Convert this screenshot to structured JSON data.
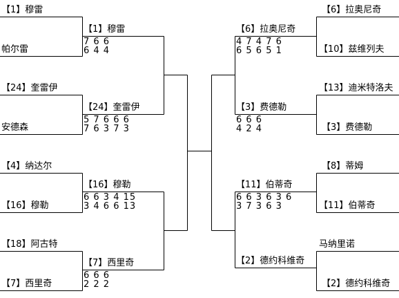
{
  "left": {
    "r1": [
      {
        "top": "【1】穆雷",
        "bottom": "帕尔雷"
      },
      {
        "top": "【24】奎雷伊",
        "bottom": "安德森"
      },
      {
        "top": "【4】纳达尔",
        "bottom": "【16】穆勒"
      },
      {
        "top": "【18】阿古特",
        "bottom": "【7】西里奇"
      }
    ],
    "r2": [
      {
        "winner": "【1】穆雷",
        "score1": "7 6 6",
        "score2": "6 4 4"
      },
      {
        "winner": "【24】奎雷伊",
        "score1": "5 7 6 6 6",
        "score2": "7 6 3 7 3"
      },
      {
        "winner": "【16】穆勒",
        "score1": "6 6 3 4 15",
        "score2": "3 4 6 6 13"
      },
      {
        "winner": "【7】西里奇",
        "score1": "6 6 6",
        "score2": "2 2 2"
      }
    ]
  },
  "right": {
    "r1": [
      {
        "top": "【6】拉奥尼奇",
        "bottom": "【10】兹维列夫"
      },
      {
        "top": "【13】迪米特洛夫",
        "bottom": "【3】费德勒"
      },
      {
        "top": "【8】蒂姆",
        "bottom": "【11】伯蒂奇"
      },
      {
        "top": "马纳里诺",
        "bottom": "【2】德约科维奇"
      }
    ],
    "r2": [
      {
        "winner": "【6】拉奥尼奇",
        "score1": "4 7 4 7 6",
        "score2": "6 5 6 5 1"
      },
      {
        "winner": "【3】费德勒",
        "score1": "6 6 6",
        "score2": "4 2 4"
      },
      {
        "winner": "【11】伯蒂奇",
        "score1": "6 6 3 6 3 6",
        "score2": "3 7 3 6 3"
      },
      {
        "winner": "【2】德约科维奇",
        "score1": "",
        "score2": ""
      }
    ]
  }
}
